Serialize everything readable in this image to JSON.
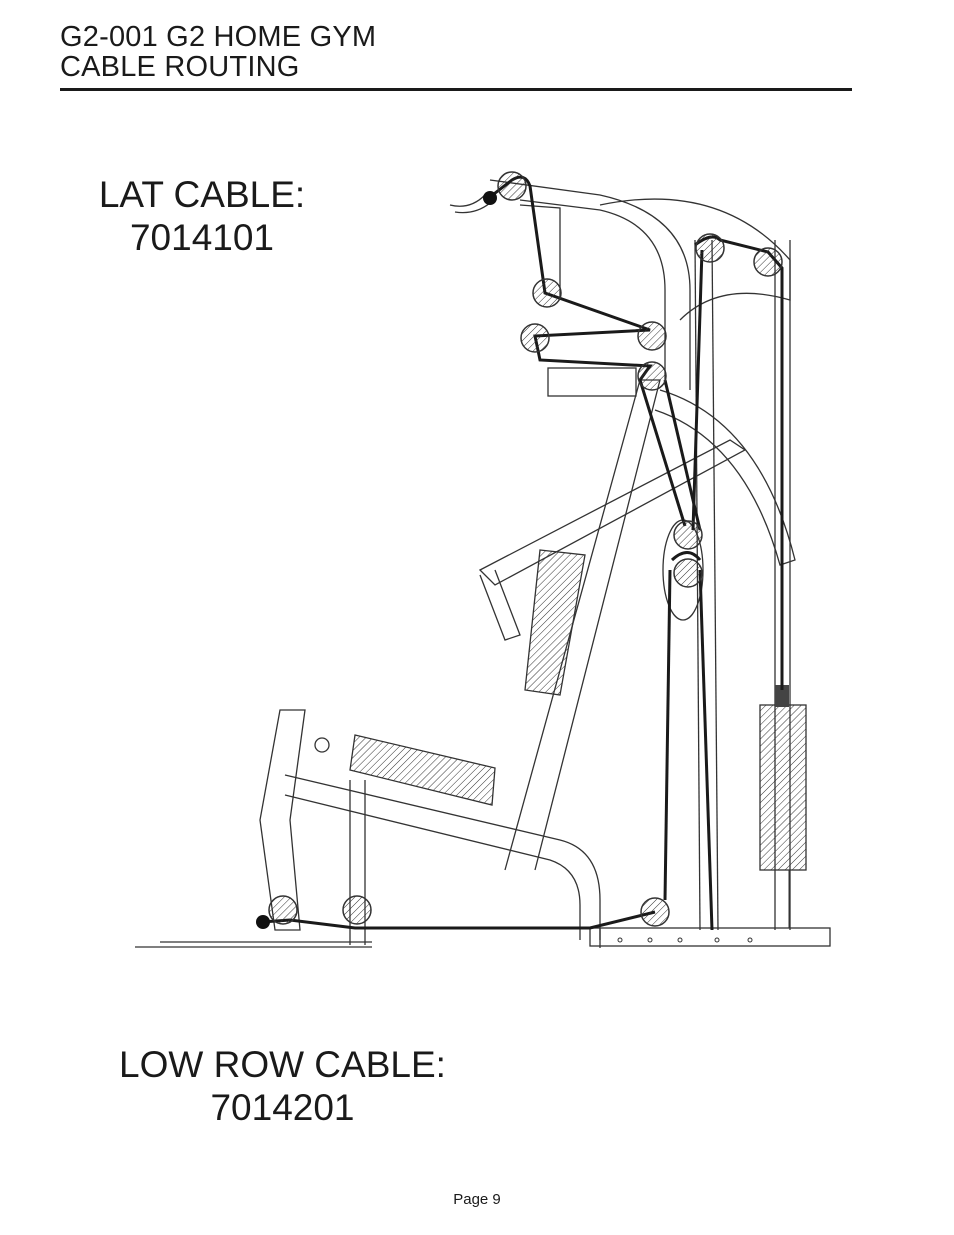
{
  "header": {
    "model_line": "G2-001 G2 HOME GYM",
    "section_line": "CABLE ROUTING"
  },
  "lat_cable": {
    "name": "LAT CABLE:",
    "part_number": "7014101"
  },
  "low_row_cable": {
    "name": "LOW ROW CABLE:",
    "part_number": "7014201"
  },
  "footer": {
    "page": "Page 9"
  }
}
